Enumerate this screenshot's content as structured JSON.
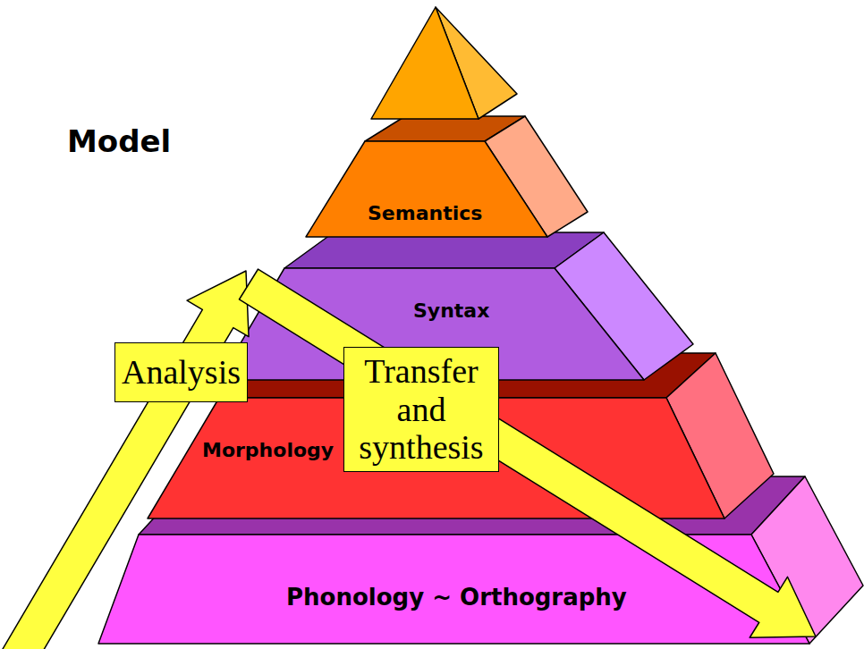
{
  "diagram": {
    "title": "Model",
    "nodes": [
      {
        "text": [
          "Semantics"
        ]
      },
      {
        "text": [
          "Syntax"
        ]
      },
      {
        "text": [
          "Morphology"
        ]
      },
      {
        "text": [
          "Phonology ~ Orthography"
        ]
      },
      {
        "text": [
          "Analysis"
        ]
      },
      {
        "text": [
          "Transfer and synthesis"
        ]
      }
    ]
  }
}
